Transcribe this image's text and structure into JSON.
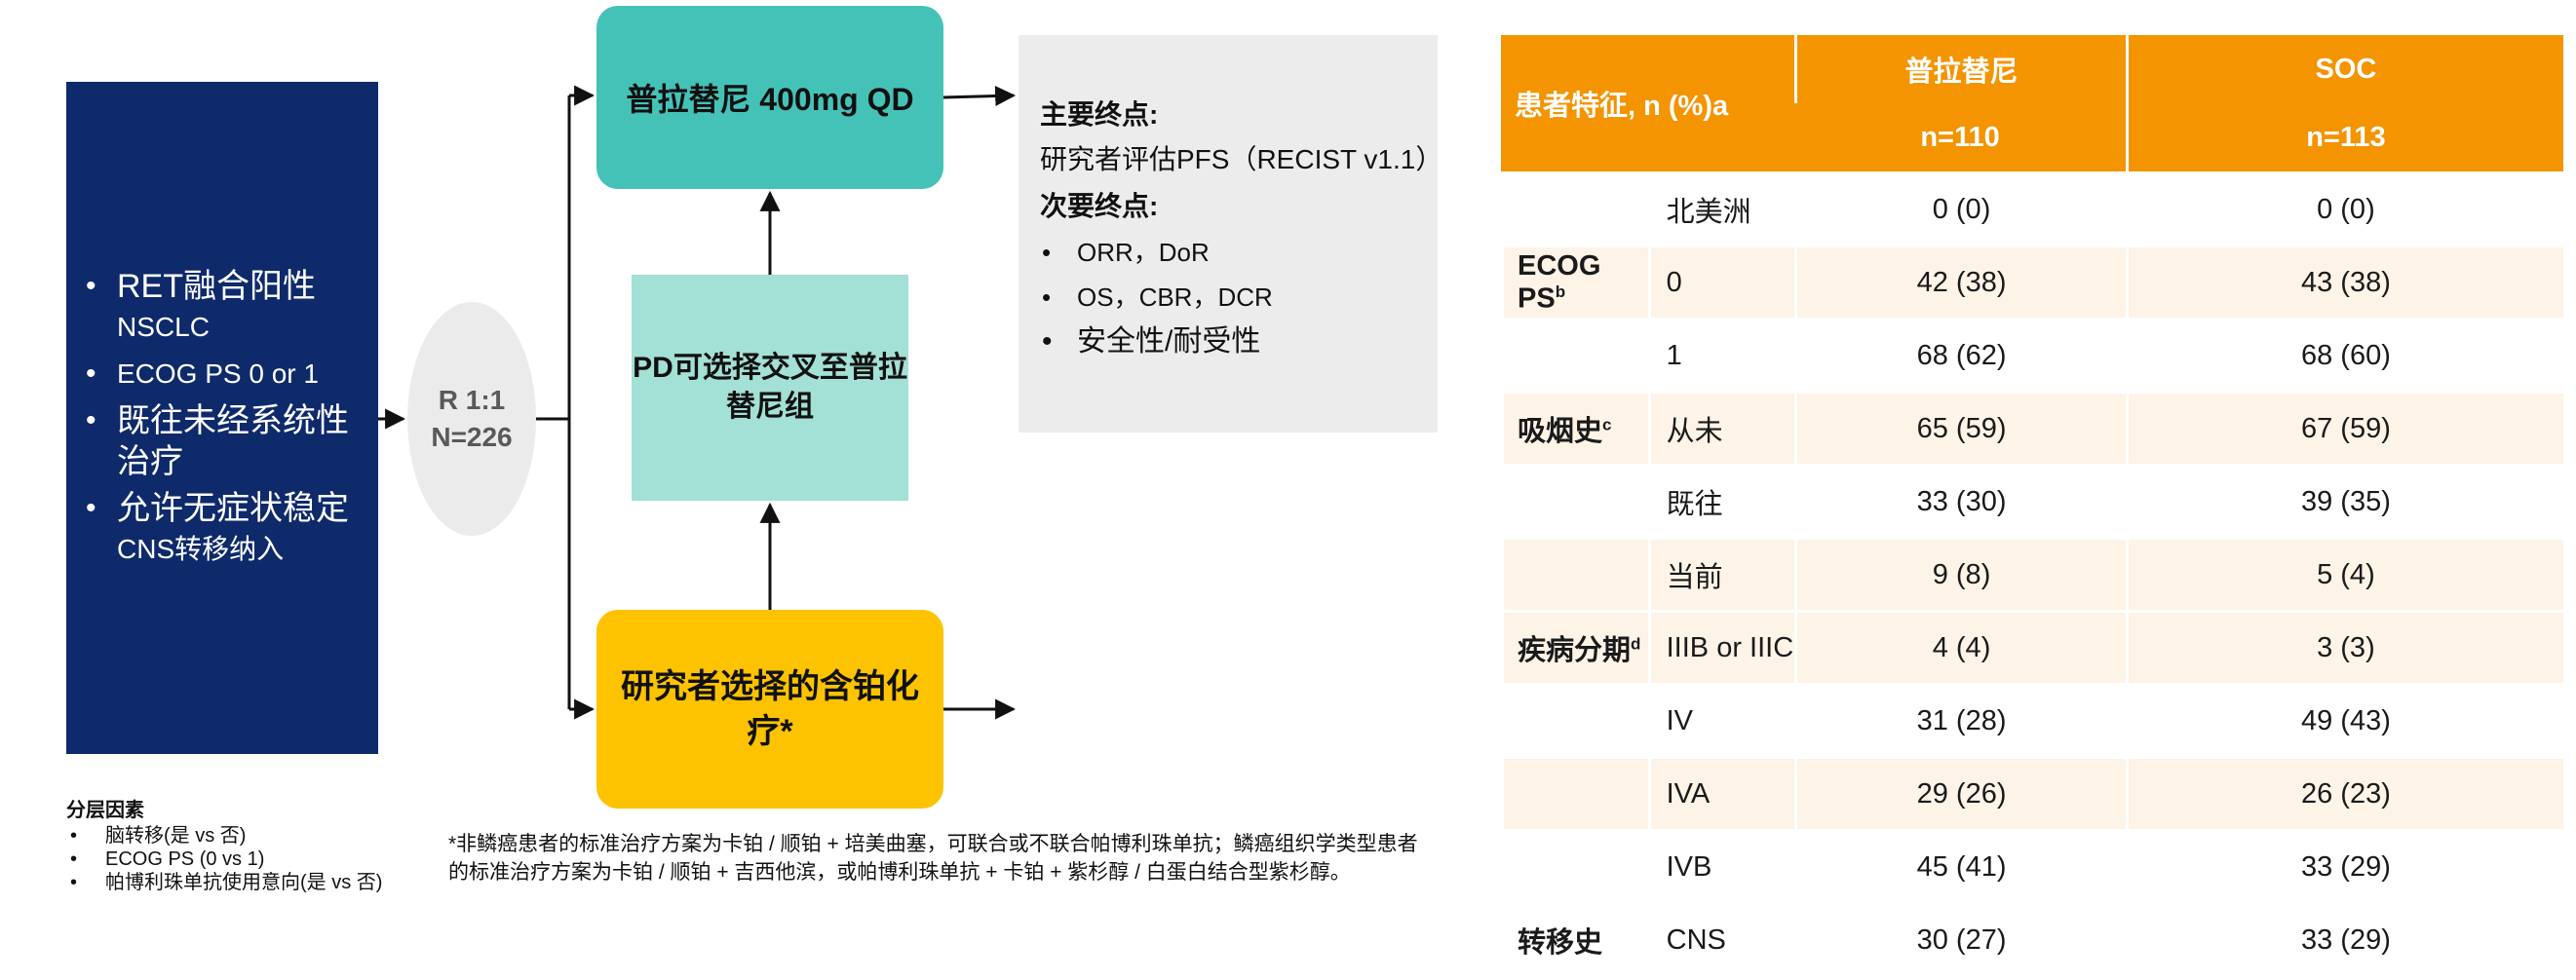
{
  "eligibility": {
    "items": [
      {
        "main": "RET融合阳性",
        "sub": "NSCLC"
      },
      {
        "main": "",
        "sub": "ECOG PS 0 or 1"
      },
      {
        "main": "既往未经系统性治疗",
        "sub": ""
      },
      {
        "main": "允许无症状稳定",
        "sub": "CNS转移纳入"
      }
    ]
  },
  "randomization": {
    "ratio": "R 1:1",
    "n": "N=226"
  },
  "arms": {
    "pralsetinib": "普拉替尼 400mg QD",
    "crossover": "PD可选择交叉至普拉替尼组",
    "chemo": "研究者选择的含铂化疗*"
  },
  "endpoints": {
    "primary_title": "主要终点:",
    "primary": "研究者评估PFS（RECIST v1.1）",
    "secondary_title": "次要终点:",
    "secondary": [
      "ORR，DoR",
      "OS，CBR，DCR",
      "安全性/耐受性"
    ]
  },
  "stratification": {
    "title": "分层因素",
    "items": [
      "脑转移(是 vs 否)",
      "ECOG PS (0 vs 1)",
      "帕博利珠单抗使用意向(是 vs 否)"
    ]
  },
  "footnote": "*非鳞癌患者的标准治疗方案为卡铂 / 顺铂 + 培美曲塞，可联合或不联合帕博利珠单抗；鳞癌组织学类型患者的标准治疗方案为卡铂 / 顺铂 + 吉西他滨，或帕博利珠单抗 + 卡铂 + 紫杉醇 / 白蛋白结合型紫杉醇。",
  "table": {
    "header": {
      "col0": "患者特征, n (%)a",
      "col2_name": "普拉替尼",
      "col2_n": "n=110",
      "col3_name": "SOC",
      "col3_n": "n=113"
    },
    "rows": [
      {
        "cat": "",
        "sup": "",
        "sub": "北美洲",
        "a": "0 (0)",
        "b": "0 (0)"
      },
      {
        "cat": "ECOG PS",
        "sup": "b",
        "sub": "0",
        "a": "42 (38)",
        "b": "43 (38)"
      },
      {
        "cat": "",
        "sup": "",
        "sub": "1",
        "a": "68 (62)",
        "b": "68 (60)"
      },
      {
        "cat": "吸烟史",
        "sup": "c",
        "sub": "从未",
        "a": "65 (59)",
        "b": "67 (59)"
      },
      {
        "cat": "",
        "sup": "",
        "sub": "既往",
        "a": "33 (30)",
        "b": "39 (35)"
      },
      {
        "cat": "",
        "sup": "",
        "sub": "当前",
        "a": "9 (8)",
        "b": "5 (4)"
      },
      {
        "cat": "疾病分期",
        "sup": "d",
        "sub": "IIIB or IIIC",
        "a": "4 (4)",
        "b": "3 (3)"
      },
      {
        "cat": "",
        "sup": "",
        "sub": "IV",
        "a": "31 (28)",
        "b": "49 (43)"
      },
      {
        "cat": "",
        "sup": "",
        "sub": "IVA",
        "a": "29 (26)",
        "b": "26 (23)"
      },
      {
        "cat": "",
        "sup": "",
        "sub": "IVB",
        "a": "45 (41)",
        "b": "33 (29)"
      },
      {
        "cat": "转移史",
        "sup": "",
        "sub": "CNS",
        "a": "30 (27)",
        "b": "33 (29)"
      }
    ]
  }
}
